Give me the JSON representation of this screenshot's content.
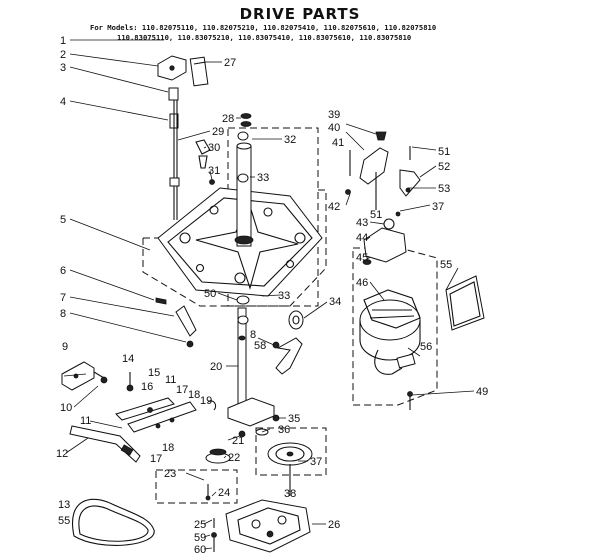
{
  "header": {
    "title": "DRIVE PARTS",
    "models_line_1": "For Models: 110.82075110, 110.82075210, 110.82075410, 110.82075610, 110.82075810",
    "models_line_2": "110.83075110, 110.83075210, 110.83075410, 110.83075610, 110.83075810"
  },
  "callouts": [
    {
      "id": "c1",
      "label": "1"
    },
    {
      "id": "c2",
      "label": "2"
    },
    {
      "id": "c3",
      "label": "3"
    },
    {
      "id": "c4",
      "label": "4"
    },
    {
      "id": "c5",
      "label": "5"
    },
    {
      "id": "c6",
      "label": "6"
    },
    {
      "id": "c7",
      "label": "7"
    },
    {
      "id": "c8a",
      "label": "8"
    },
    {
      "id": "c8b",
      "label": "8"
    },
    {
      "id": "c9",
      "label": "9"
    },
    {
      "id": "c10",
      "label": "10"
    },
    {
      "id": "c11a",
      "label": "11"
    },
    {
      "id": "c11b",
      "label": "11"
    },
    {
      "id": "c12",
      "label": "12"
    },
    {
      "id": "c13",
      "label": "13"
    },
    {
      "id": "c14",
      "label": "14"
    },
    {
      "id": "c15",
      "label": "15"
    },
    {
      "id": "c16",
      "label": "16"
    },
    {
      "id": "c17a",
      "label": "17"
    },
    {
      "id": "c17b",
      "label": "17"
    },
    {
      "id": "c18a",
      "label": "18"
    },
    {
      "id": "c18b",
      "label": "18"
    },
    {
      "id": "c19",
      "label": "19"
    },
    {
      "id": "c20",
      "label": "20"
    },
    {
      "id": "c21",
      "label": "21"
    },
    {
      "id": "c22",
      "label": "22"
    },
    {
      "id": "c23",
      "label": "23"
    },
    {
      "id": "c24",
      "label": "24"
    },
    {
      "id": "c25",
      "label": "25"
    },
    {
      "id": "c26",
      "label": "26"
    },
    {
      "id": "c27",
      "label": "27"
    },
    {
      "id": "c28",
      "label": "28"
    },
    {
      "id": "c29",
      "label": "29"
    },
    {
      "id": "c30",
      "label": "30"
    },
    {
      "id": "c31",
      "label": "31"
    },
    {
      "id": "c32",
      "label": "32"
    },
    {
      "id": "c33a",
      "label": "33"
    },
    {
      "id": "c33b",
      "label": "33"
    },
    {
      "id": "c34",
      "label": "34"
    },
    {
      "id": "c35",
      "label": "35"
    },
    {
      "id": "c36",
      "label": "36"
    },
    {
      "id": "c37a",
      "label": "37"
    },
    {
      "id": "c37b",
      "label": "37"
    },
    {
      "id": "c38",
      "label": "38"
    },
    {
      "id": "c39",
      "label": "39"
    },
    {
      "id": "c40",
      "label": "40"
    },
    {
      "id": "c41",
      "label": "41"
    },
    {
      "id": "c42",
      "label": "42"
    },
    {
      "id": "c43",
      "label": "43"
    },
    {
      "id": "c44",
      "label": "44"
    },
    {
      "id": "c45",
      "label": "45"
    },
    {
      "id": "c46",
      "label": "46"
    },
    {
      "id": "c49",
      "label": "49"
    },
    {
      "id": "c50",
      "label": "50"
    },
    {
      "id": "c51a",
      "label": "51"
    },
    {
      "id": "c51b",
      "label": "51"
    },
    {
      "id": "c52",
      "label": "52"
    },
    {
      "id": "c53",
      "label": "53"
    },
    {
      "id": "c55a",
      "label": "55"
    },
    {
      "id": "c55b",
      "label": "55"
    },
    {
      "id": "c56",
      "label": "56"
    },
    {
      "id": "c58",
      "label": "58"
    },
    {
      "id": "c59",
      "label": "59"
    },
    {
      "id": "c60",
      "label": "60"
    }
  ]
}
